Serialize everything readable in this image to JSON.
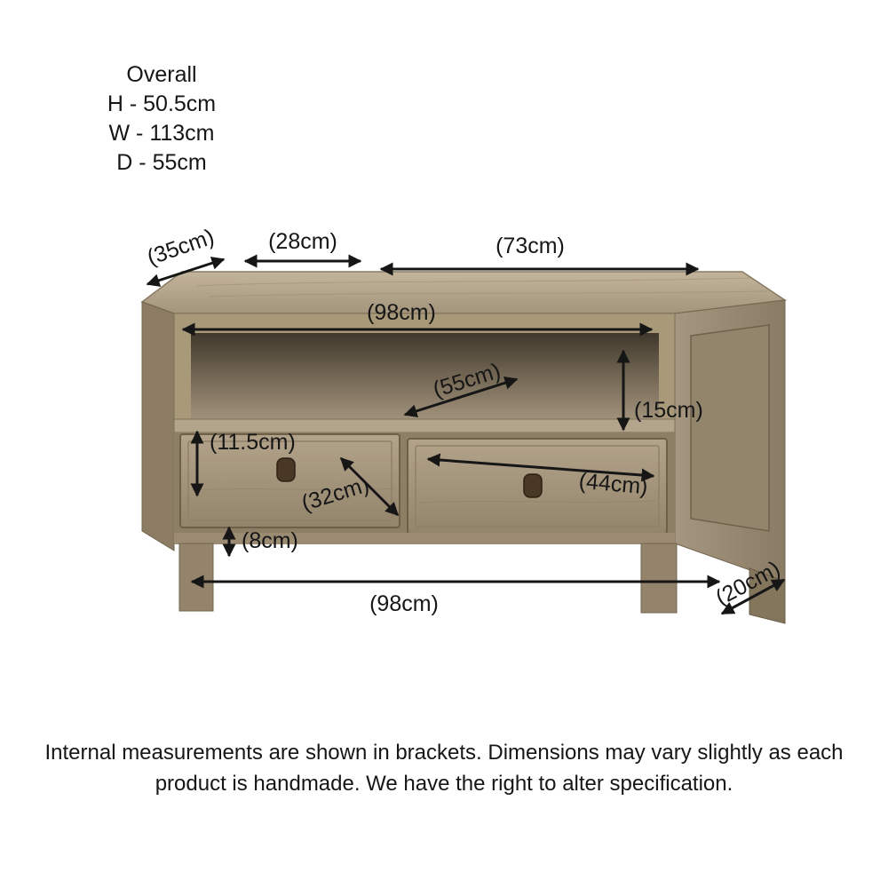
{
  "overall": {
    "title": "Overall",
    "lines": [
      "H - 50.5cm",
      "W - 113cm",
      "D - 55cm"
    ]
  },
  "dimensions": {
    "left_top_edge": "(35cm)",
    "top_left_section": "(28cm)",
    "top_right_section": "(73cm)",
    "shelf_width": "(98cm)",
    "shelf_depth": "(55cm)",
    "shelf_height": "(15cm)",
    "drawer_internal_height": "(11.5cm)",
    "drawer_left_width": "(32cm)",
    "drawer_right_width": "(44cm)",
    "leg_height": "(8cm)",
    "base_width": "(98cm)",
    "base_depth": "(20cm)"
  },
  "footer": {
    "note": "Internal measurements are shown in brackets. Dimensions may vary slightly as each product is handmade. We have the right to alter specification."
  },
  "colors": {
    "arrow": "#161616",
    "wood_light": "#bfb098",
    "wood_mid": "#a89979",
    "wood_dark": "#6e6250",
    "interior_shadow": "#3f382c"
  }
}
